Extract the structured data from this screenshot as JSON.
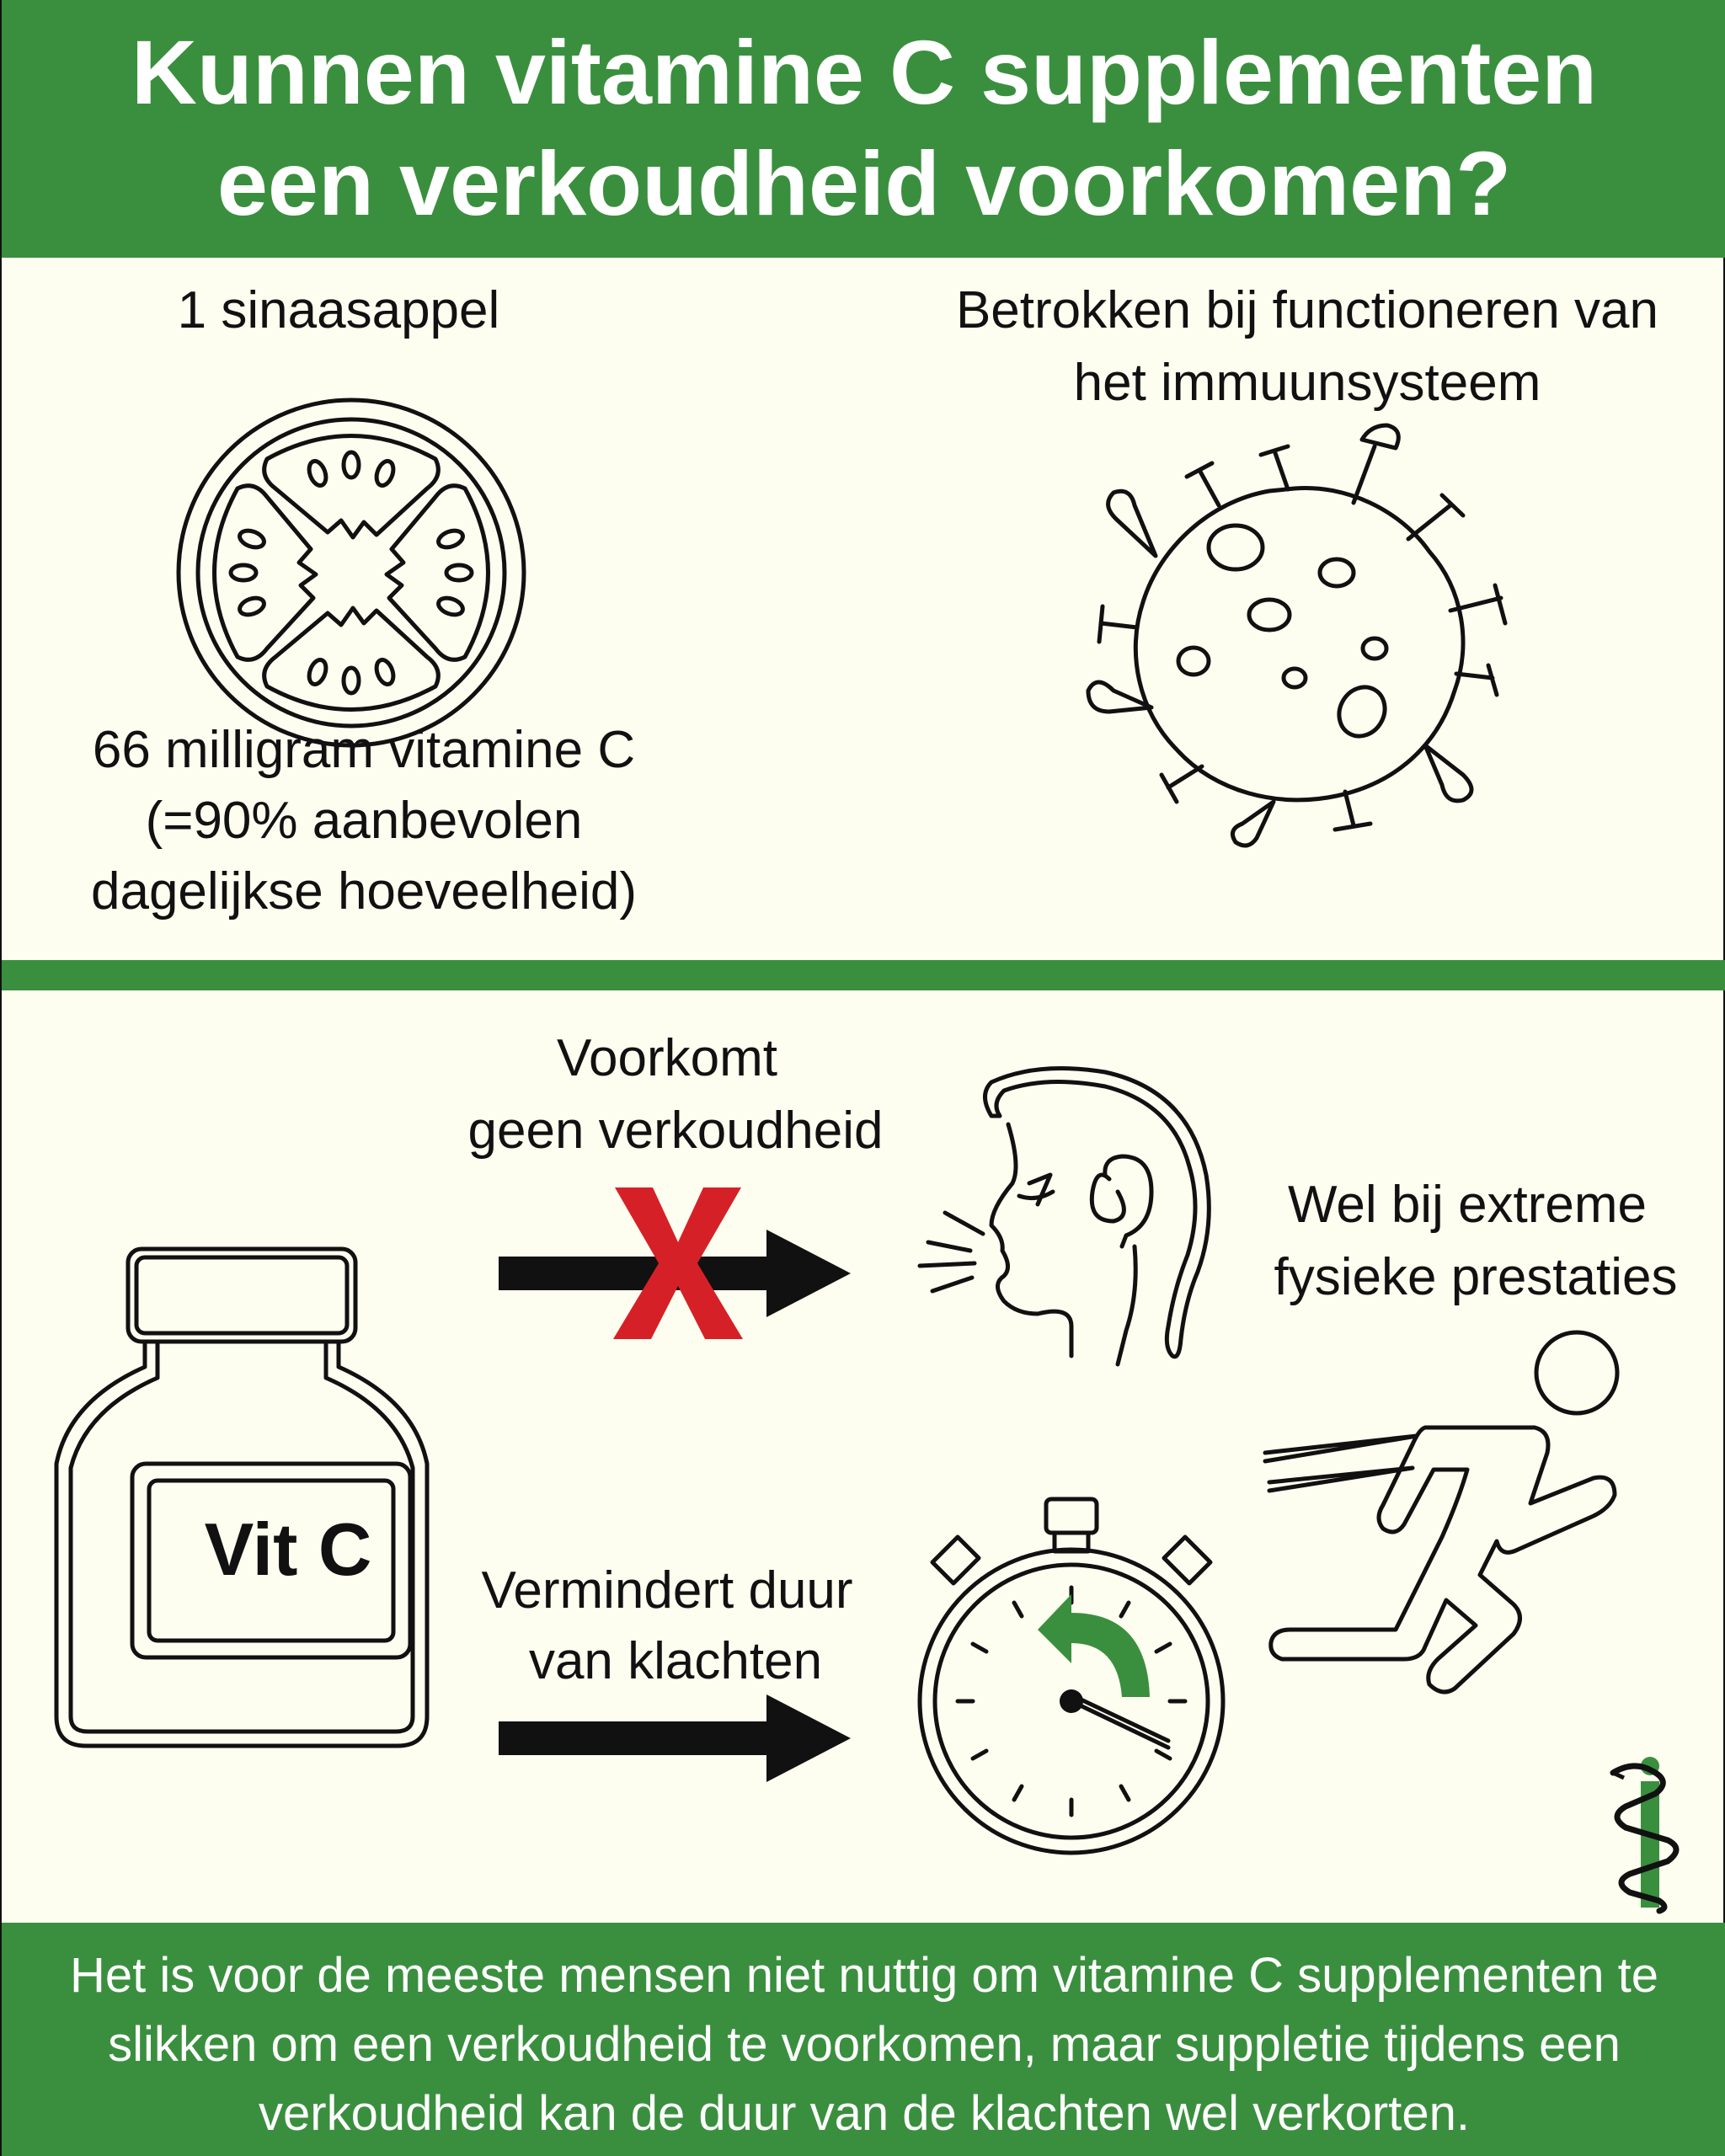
{
  "title": {
    "line1": "Kunnen vitamine C supplementen",
    "line2": "een verkoudheid voorkomen?"
  },
  "orange": {
    "label": "1 sinaasappel",
    "amount": "66 milligram vitamine C",
    "percent": "(=90% aanbevolen",
    "daily": "dagelijkse hoeveelheid)"
  },
  "immune": {
    "line1": "Betrokken bij functioneren van",
    "line2": "het immuunsysteem"
  },
  "bottle": {
    "label": "Vit C"
  },
  "prevent": {
    "line1": "Voorkomt",
    "line2": "geen verkoudheid"
  },
  "reduce": {
    "line1": "Vermindert duur",
    "line2": "van klachten"
  },
  "extreme": {
    "line1": "Wel bij extreme",
    "line2": "fysieke prestaties"
  },
  "conclusion": {
    "line1": "Het is voor de meeste mensen niet nuttig om vitamine C supplementen te",
    "line2": "slikken om een verkoudheid te voorkomen, maar suppletie tijdens een",
    "line3": "verkoudheid kan de duur van de klachten wel verkorten."
  },
  "colors": {
    "green": "#3a8f3e",
    "background": "#fdfdf0",
    "cross_red": "#d62027",
    "ink": "#111111"
  },
  "icons": {
    "orange": "orange-slice-icon",
    "virus": "virus-icon",
    "bottle": "supplement-bottle-icon",
    "sneeze": "sneezing-head-icon",
    "stopwatch": "stopwatch-icon",
    "runner": "running-person-icon",
    "logo": "staff-of-asclepius-logo"
  }
}
